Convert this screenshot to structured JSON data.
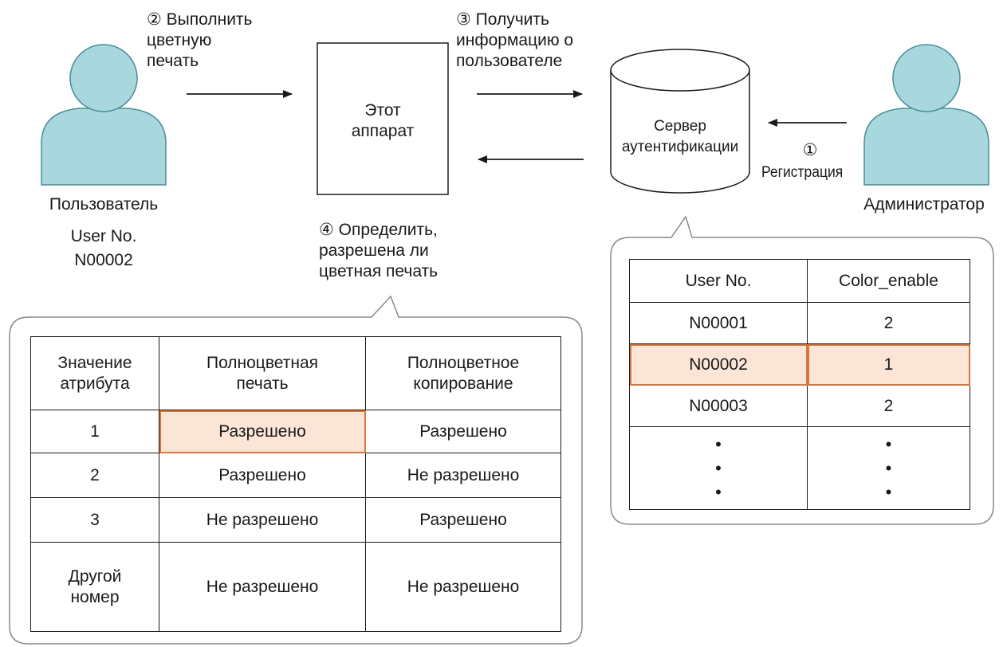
{
  "step1": {
    "num": "①",
    "label": "Регистрация"
  },
  "step2": {
    "text": "② Выполнить\nцветную\nпечать"
  },
  "step3": {
    "text": "③ Получить\nинформацию о\nпользователе"
  },
  "step4": {
    "text": "④ Определить,\nразрешена ли\nцветная печать"
  },
  "device": {
    "text": "Этот\nаппарат"
  },
  "server": {
    "text": "Сервер\nаутентификации"
  },
  "user": {
    "role": "Пользователь",
    "id_label": "User No.",
    "id_value": "N00002"
  },
  "admin": {
    "role": "Администратор"
  },
  "colors": {
    "person_fill": "#a8d8de",
    "person_stroke": "#4a8c95",
    "highlight_fill": "#fbe5d6",
    "highlight_border": "#d9763a"
  },
  "user_table": {
    "headers": [
      "User No.",
      "Color_enable"
    ],
    "rows": [
      [
        "N00001",
        "2"
      ],
      [
        "N00002",
        "1"
      ],
      [
        "N00003",
        "2"
      ]
    ],
    "ellipsis": "•\n•\n•",
    "highlighted_row": 1
  },
  "attr_table": {
    "headers": [
      "Значение\nатрибута",
      "Полноцветная\nпечать",
      "Полноцветное\nкопирование"
    ],
    "rows": [
      [
        "1",
        "Разрешено",
        "Разрешено"
      ],
      [
        "2",
        "Разрешено",
        "Не разрешено"
      ],
      [
        "3",
        "Не разрешено",
        "Разрешено"
      ],
      [
        "Другой\nномер",
        "Не разрешено",
        "Не разрешено"
      ]
    ],
    "highlighted_cell": [
      0,
      1
    ]
  }
}
